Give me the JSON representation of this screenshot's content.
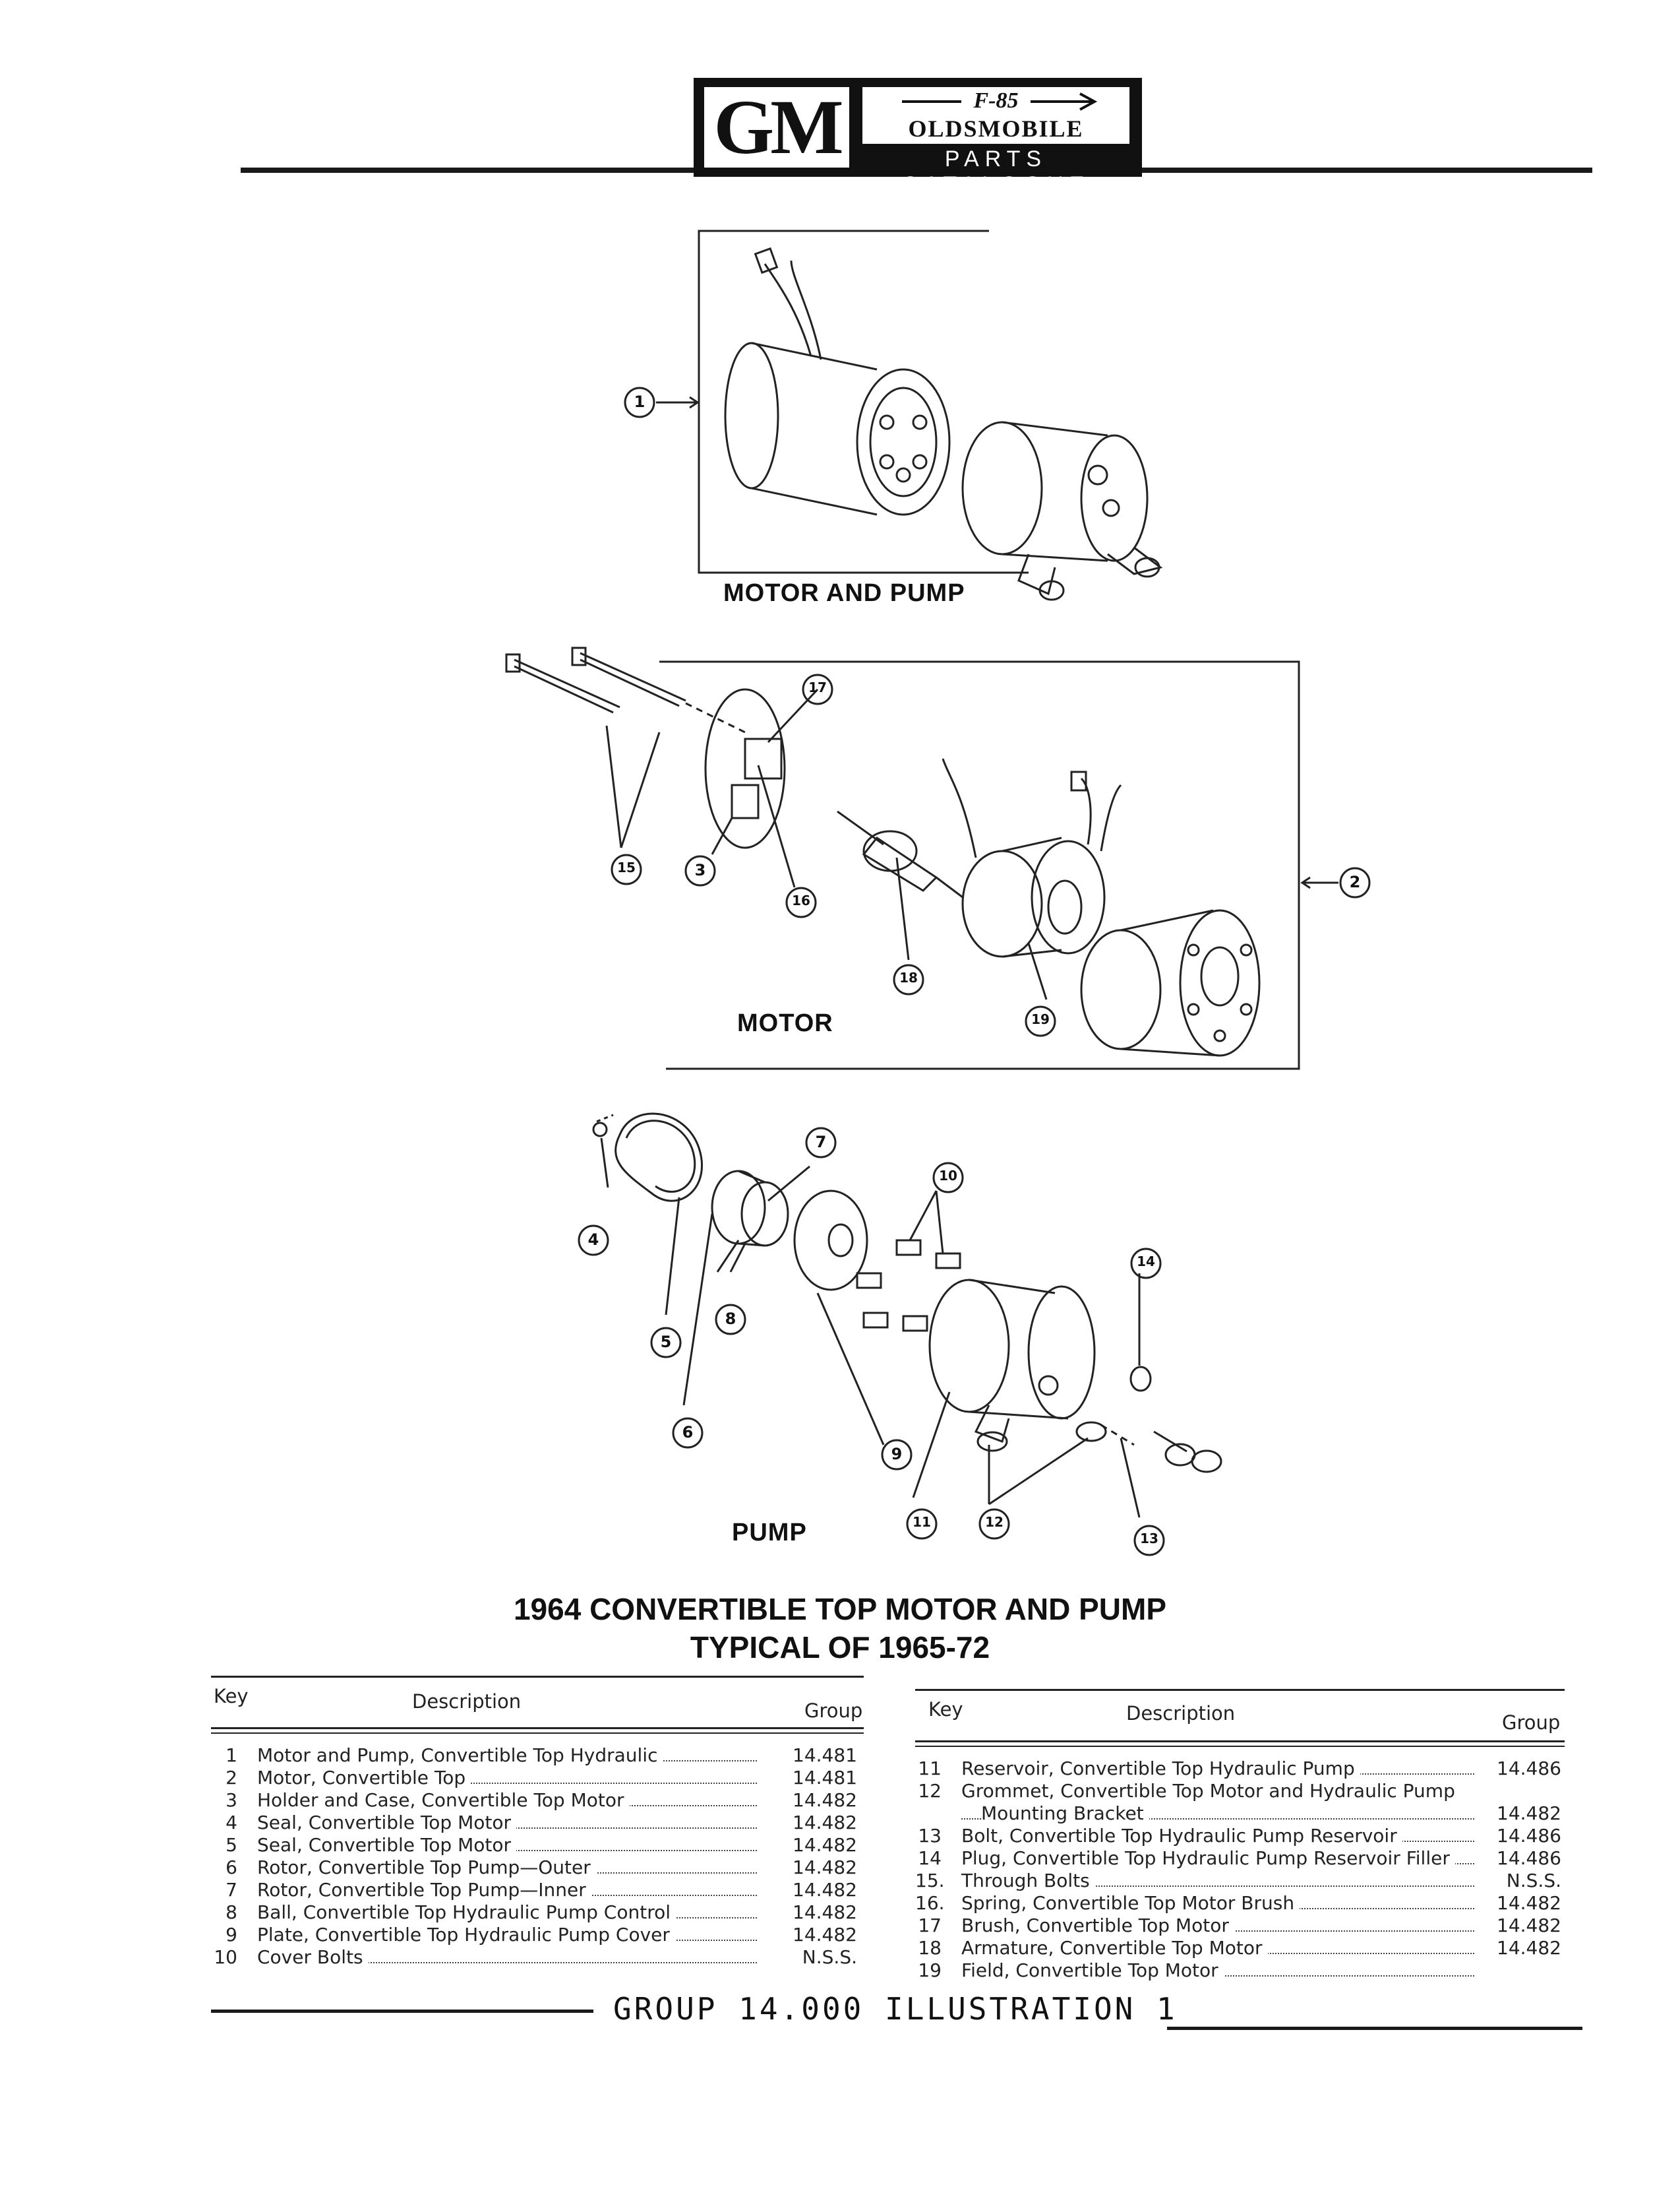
{
  "header": {
    "brand": "GM",
    "model_badge": "F-85",
    "make": "OLDSMOBILE",
    "subtitle": "PARTS CATALOGUE"
  },
  "illustration": {
    "captions": {
      "motor_and_pump": "MOTOR AND PUMP",
      "motor": "MOTOR",
      "pump": "PUMP"
    },
    "callouts": [
      "1",
      "2",
      "3",
      "4",
      "5",
      "6",
      "7",
      "8",
      "9",
      "10",
      "11",
      "12",
      "13",
      "14",
      "15",
      "16",
      "17",
      "18",
      "19"
    ]
  },
  "title": {
    "line1": "1964 CONVERTIBLE TOP MOTOR AND PUMP",
    "line2": "TYPICAL OF 1965-72"
  },
  "table_headers": {
    "key": "Key",
    "description": "Description",
    "group": "Group"
  },
  "parts_left": [
    {
      "key": "1",
      "description": "Motor and Pump, Convertible Top Hydraulic",
      "group": "14.481"
    },
    {
      "key": "2",
      "description": "Motor, Convertible Top",
      "group": "14.481"
    },
    {
      "key": "3",
      "description": "Holder and Case, Convertible Top Motor",
      "group": "14.482"
    },
    {
      "key": "4",
      "description": "Seal, Convertible Top Motor",
      "group": "14.482"
    },
    {
      "key": "5",
      "description": "Seal, Convertible Top Motor",
      "group": "14.482"
    },
    {
      "key": "6",
      "description": "Rotor, Convertible Top Pump—Outer",
      "group": "14.482"
    },
    {
      "key": "7",
      "description": "Rotor, Convertible Top Pump—Inner",
      "group": "14.482"
    },
    {
      "key": "8",
      "description": "Ball, Convertible Top Hydraulic Pump Control",
      "group": "14.482"
    },
    {
      "key": "9",
      "description": "Plate, Convertible Top Hydraulic Pump Cover",
      "group": "14.482"
    },
    {
      "key": "10",
      "description": "Cover Bolts",
      "group": "N.S.S."
    }
  ],
  "parts_right": [
    {
      "key": "11",
      "description": "Reservoir, Convertible Top Hydraulic Pump",
      "group": "14.486"
    },
    {
      "key": "12",
      "description": "Grommet, Convertible Top Motor and Hydraulic Pump",
      "description2": "Mounting Bracket",
      "group": "14.482"
    },
    {
      "key": "13",
      "description": "Bolt, Convertible Top Hydraulic Pump Reservoir",
      "group": "14.486"
    },
    {
      "key": "14",
      "description": "Plug, Convertible Top Hydraulic Pump Reservoir Filler",
      "group": "14.486"
    },
    {
      "key": "15.",
      "description": "Through Bolts",
      "group": "N.S.S."
    },
    {
      "key": "16.",
      "description": "Spring, Convertible Top Motor Brush",
      "group": "14.482"
    },
    {
      "key": "17",
      "description": "Brush, Convertible Top Motor",
      "group": "14.482"
    },
    {
      "key": "18",
      "description": "Armature, Convertible Top Motor",
      "group": "14.482"
    },
    {
      "key": "19",
      "description": "Field, Convertible Top Motor",
      "group": ""
    }
  ],
  "footer": {
    "text": "GROUP 14.000  ILLUSTRATION 1"
  }
}
